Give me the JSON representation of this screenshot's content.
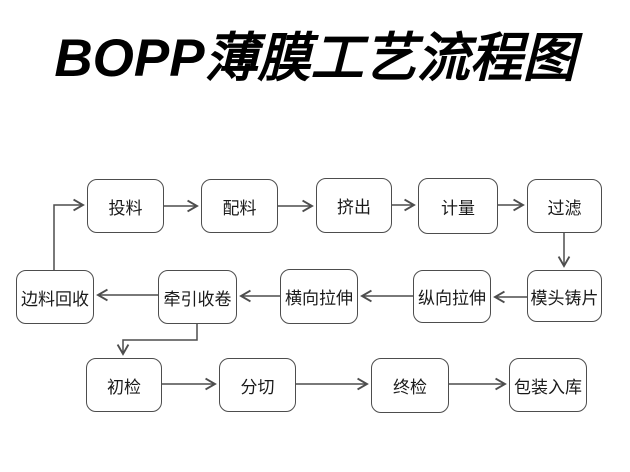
{
  "title": "BOPP薄膜工艺流程图",
  "colors": {
    "background": "#ffffff",
    "box_border": "#4d4d4d",
    "connector": "#4d4d4d",
    "box_text": "#1a1a1a",
    "title_text": "#000000"
  },
  "nodes": [
    {
      "id": "feeding",
      "label": "投料",
      "row": 1
    },
    {
      "id": "batching",
      "label": "配料",
      "row": 1
    },
    {
      "id": "extrusion",
      "label": "挤出",
      "row": 1
    },
    {
      "id": "metering",
      "label": "计量",
      "row": 1
    },
    {
      "id": "filtration",
      "label": "过滤",
      "row": 1
    },
    {
      "id": "edge-material-recycle",
      "label": "边料回收",
      "row": 2
    },
    {
      "id": "traction-winding",
      "label": "牵引收卷",
      "row": 2
    },
    {
      "id": "transverse-stretching",
      "label": "横向拉伸",
      "row": 2
    },
    {
      "id": "longitudinal-stretching",
      "label": "纵向拉伸",
      "row": 2
    },
    {
      "id": "die-casting",
      "label": "模头铸片",
      "row": 2
    },
    {
      "id": "initial-inspection",
      "label": "初检",
      "row": 3
    },
    {
      "id": "slitting",
      "label": "分切",
      "row": 3
    },
    {
      "id": "final-inspection",
      "label": "终检",
      "row": 3
    },
    {
      "id": "packing-warehousing",
      "label": "包装入库",
      "row": 3
    }
  ],
  "edges": [
    {
      "from": "投料",
      "to": "配料"
    },
    {
      "from": "配料",
      "to": "挤出"
    },
    {
      "from": "挤出",
      "to": "计量"
    },
    {
      "from": "计量",
      "to": "过滤"
    },
    {
      "from": "过滤",
      "to": "模头铸片"
    },
    {
      "from": "模头铸片",
      "to": "纵向拉伸"
    },
    {
      "from": "纵向拉伸",
      "to": "横向拉伸"
    },
    {
      "from": "横向拉伸",
      "to": "牵引收卷"
    },
    {
      "from": "牵引收卷",
      "to": "边料回收"
    },
    {
      "from": "边料回收",
      "to": "投料"
    },
    {
      "from": "牵引收卷",
      "to": "初检"
    },
    {
      "from": "初检",
      "to": "分切"
    },
    {
      "from": "分切",
      "to": "终检"
    },
    {
      "from": "终检",
      "to": "包装入库"
    }
  ]
}
